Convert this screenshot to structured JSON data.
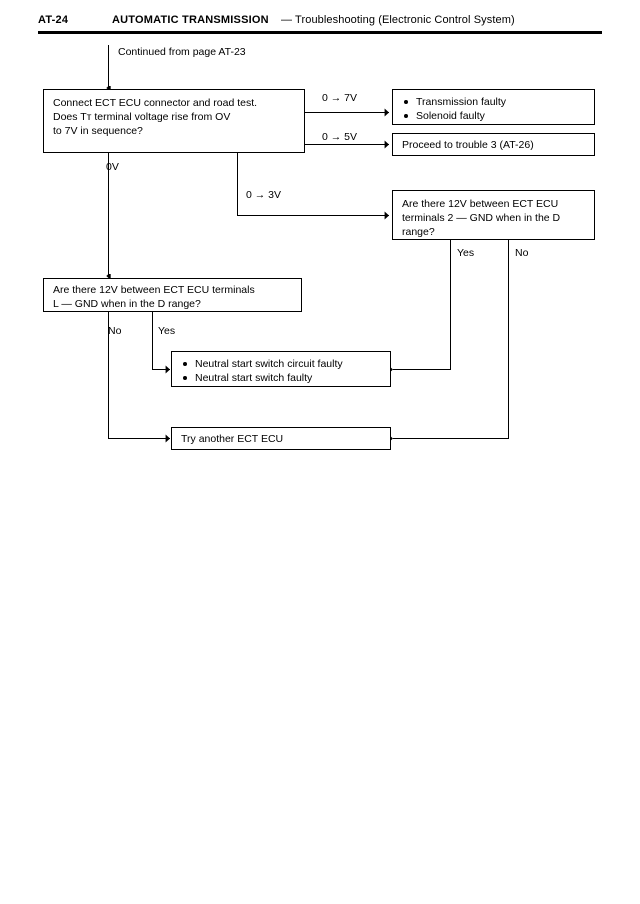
{
  "header": {
    "page_code": "AT-24",
    "section_title": "AUTOMATIC TRANSMISSION",
    "subtitle": "— Troubleshooting (Electronic Control System)"
  },
  "flowchart": {
    "entry_note": "Continued from page AT-23",
    "nodes": {
      "start_test": {
        "line1": "Connect ECT ECU connector and road test.",
        "line2": "Does Tт terminal voltage rise from OV",
        "line3": "to 7V in sequence?"
      },
      "transmission_faulty": {
        "bullet1": "Transmission faulty",
        "bullet2": "Solenoid faulty"
      },
      "proceed_trouble3": {
        "text": "Proceed to trouble 3 (AT-26)"
      },
      "check_terminal_2": {
        "line1": "Are there 12V between ECT ECU",
        "line2": "terminals 2 — GND when in the D",
        "line3": "range?"
      },
      "check_terminal_l": {
        "line1": "Are there 12V between ECT ECU terminals",
        "line2": "L — GND when in the D range?"
      },
      "neutral_switch_faulty": {
        "bullet1": "Neutral start switch circuit faulty",
        "bullet2": "Neutral start switch faulty"
      },
      "try_another_ecu": {
        "text": "Try another ECT ECU"
      }
    },
    "edge_labels": {
      "to_7v": "0 → 7V",
      "to_5v": "0 → 5V",
      "to_3v": "0 → 3V",
      "zero_v": "0V",
      "t2_yes": "Yes",
      "t2_no": "No",
      "tl_no": "No",
      "tl_yes": "Yes"
    }
  },
  "colors": {
    "ink": "#000000",
    "paper": "#ffffff"
  }
}
